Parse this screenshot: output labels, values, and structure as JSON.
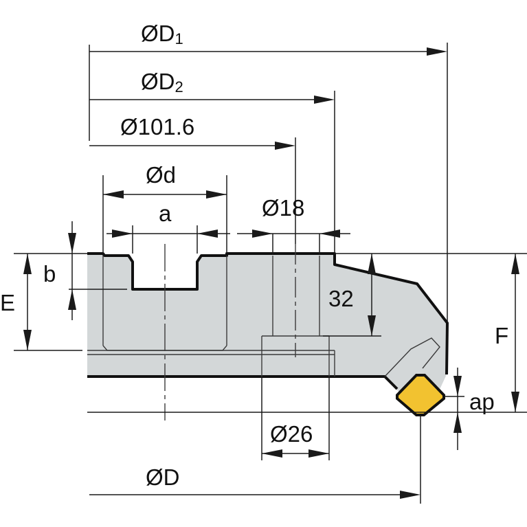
{
  "labels": {
    "D1_prefix": "ØD",
    "D1_sub": "1",
    "D2_prefix": "ØD",
    "D2_sub": "2",
    "d101": "Ø101.6",
    "d_small": "Ød",
    "a": "a",
    "d18": "Ø18",
    "b": "b",
    "E": "E",
    "d32": "32",
    "F": "F",
    "ap": "ap",
    "d26": "Ø26",
    "D": "ØD"
  },
  "colors": {
    "body_fill": "#d3d7d8",
    "insert_fill": "#f2c230",
    "line": "#111111"
  }
}
